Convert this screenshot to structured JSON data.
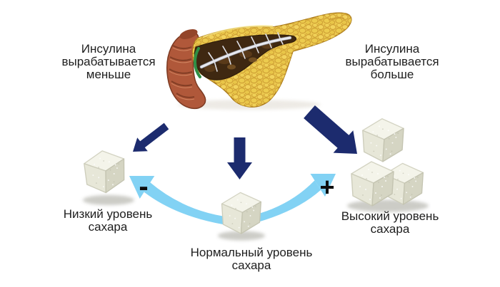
{
  "labels": {
    "insulin_less": [
      "Инсулина",
      "вырабатывается",
      "меньше"
    ],
    "insulin_more": [
      "Инсулина",
      "вырабатывается",
      "больше"
    ],
    "sugar_low": [
      "Низкий уровень",
      "сахара"
    ],
    "sugar_normal": [
      "Нормальный уровень",
      "сахара"
    ],
    "sugar_high": [
      "Высокий уровень",
      "сахара"
    ]
  },
  "signs": {
    "minus": "-",
    "plus": "+"
  },
  "colors": {
    "background": "#ffffff",
    "text": "#1e1e1e",
    "sign": "#0d0d0d",
    "arrow_dark": "#1c2b6e",
    "arrow_light": "#82d2f4",
    "pancreas_yellow": "#ecc94f",
    "duodenum_red": "#b0583a",
    "cutaway_brown": "#3f2811",
    "sugar_white": "#f4f4ea"
  },
  "figures": {
    "pancreas": "pancreas-illustration",
    "sugar_low": "one-small-sugar-cube",
    "sugar_normal": "one-sugar-cube",
    "sugar_high": "three-sugar-cubes"
  }
}
